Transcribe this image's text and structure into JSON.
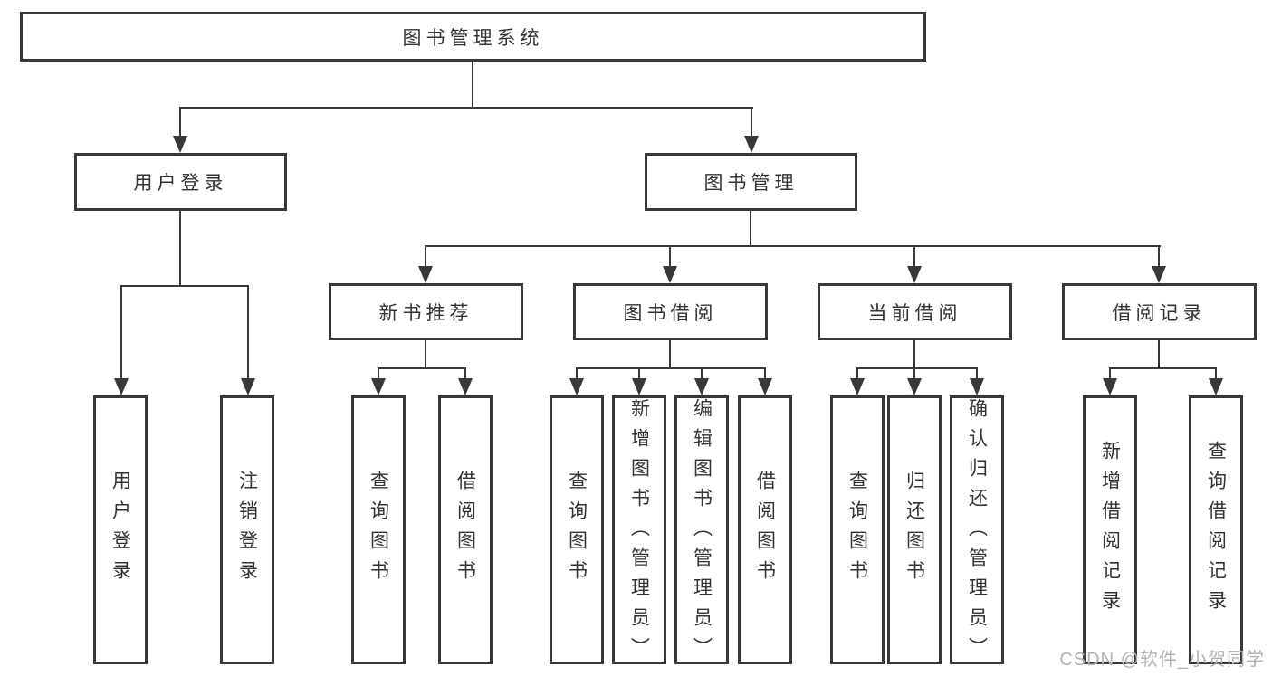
{
  "nodes": {
    "root": "图书管理系统",
    "level2": [
      "用户登录",
      "图书管理"
    ],
    "level3": [
      "新书推荐",
      "图书借阅",
      "当前借阅",
      "借阅记录"
    ],
    "leaves": [
      "用户登录",
      "注销登录",
      "查询图书",
      "借阅图书",
      "查询图书",
      "新增图书（管理员）",
      "编辑图书（管理员）",
      "借阅图书",
      "查询图书",
      "归还图书",
      "确认归还（管理员）",
      "新增借阅记录",
      "查询借阅记录"
    ]
  },
  "watermark": {
    "text": "CSDN @软件_小贺同学"
  },
  "colors": {
    "line": "#383838",
    "text": "#333333",
    "watermark": "#b2b2b2",
    "background": "#ffffff"
  }
}
